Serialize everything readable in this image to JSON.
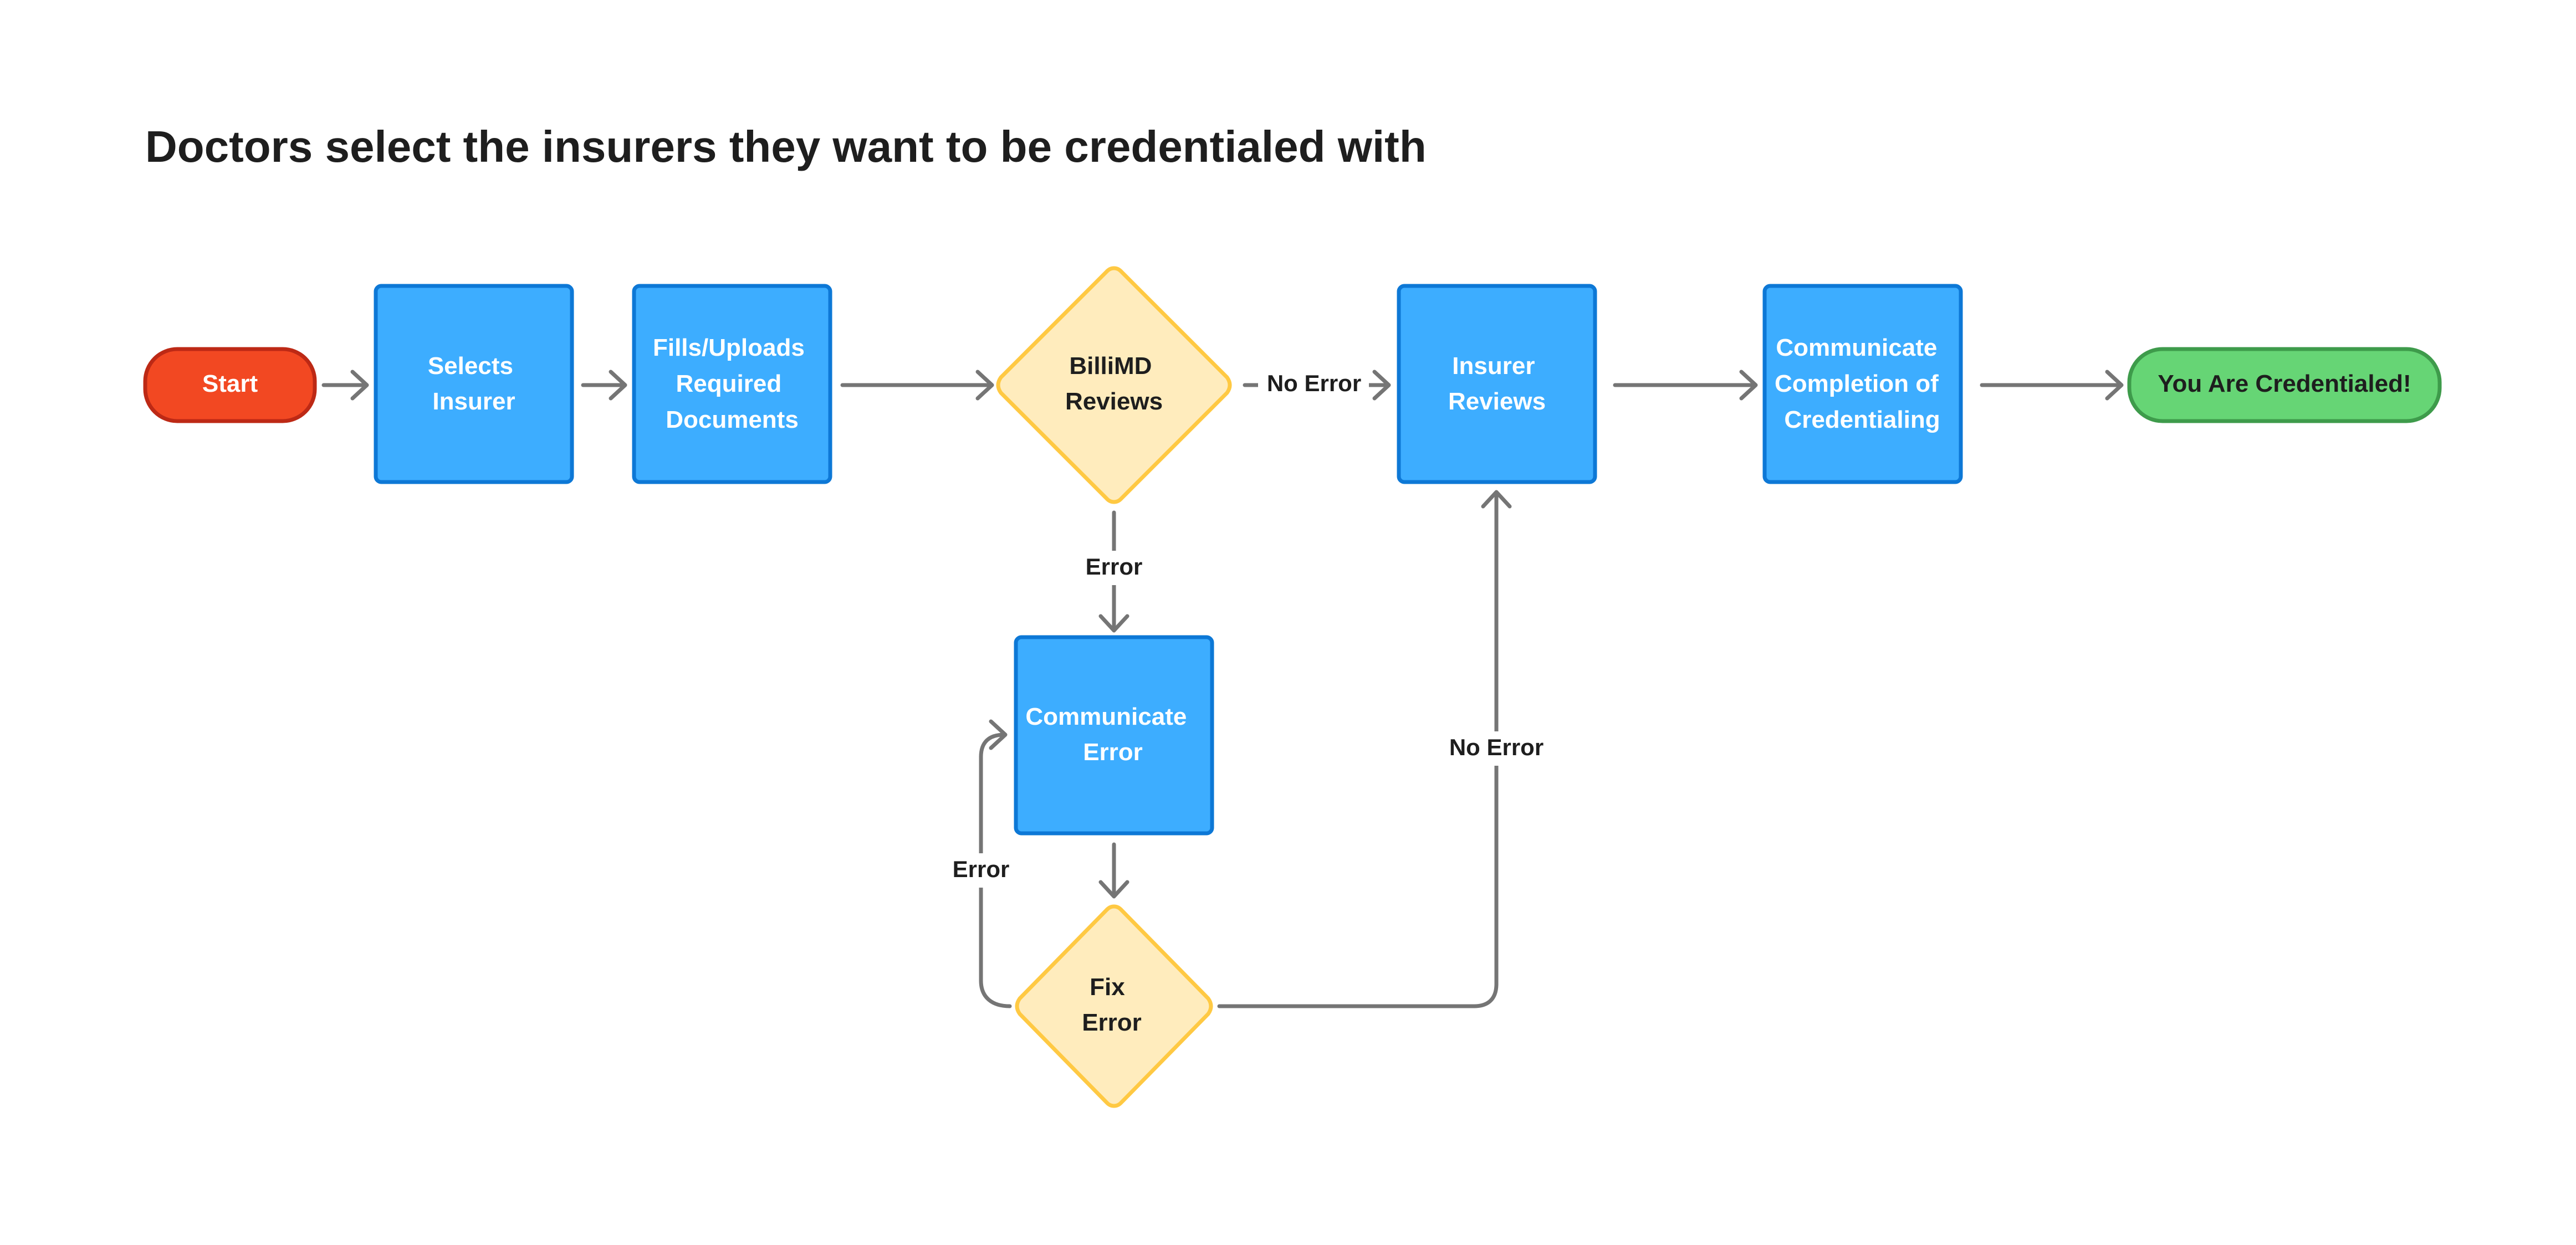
{
  "title": "Doctors select the insurers they want to be credentialed with",
  "colors": {
    "start": "#f24822",
    "start_border": "#bd2915",
    "process": "#3dadff",
    "process_border": "#0d78d6",
    "decision": "#ffecbd",
    "decision_border": "#ffc943",
    "end": "#66d575",
    "end_border": "#3e9b4b",
    "connector": "#757575",
    "text_dark": "#1e1e1e"
  },
  "nodes": {
    "start": {
      "lines": [
        "Start"
      ]
    },
    "selects_insurer": {
      "lines": [
        "Selects",
        "Insurer"
      ]
    },
    "fills_uploads": {
      "lines": [
        "Fills/Uploads",
        "Required",
        "Documents"
      ]
    },
    "billimd_reviews": {
      "lines": [
        "BilliMD",
        "Reviews"
      ]
    },
    "insurer_reviews": {
      "lines": [
        "Insurer",
        "Reviews"
      ]
    },
    "communicate_completion": {
      "lines": [
        "Communicate",
        "Completion of",
        "Credentialing"
      ]
    },
    "credentialed": {
      "lines": [
        "You Are Credentialed!"
      ]
    },
    "communicate_error": {
      "lines": [
        "Communicate",
        "Error"
      ]
    },
    "fix_error": {
      "lines": [
        "Fix",
        "Error"
      ]
    }
  },
  "edges": {
    "billimd_no_error": "No Error",
    "billimd_error": "Error",
    "fix_error_loop": "Error",
    "fix_no_error": "No Error"
  }
}
